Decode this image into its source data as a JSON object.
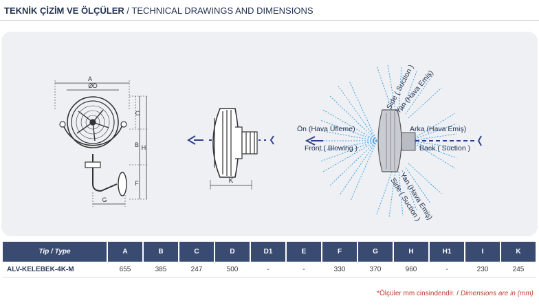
{
  "header": {
    "title_tr": "TEKNİK ÇİZİM VE ÖLÇÜLER",
    "separator": " / ",
    "title_en": "TECHNICAL DRAWINGS AND DIMENSIONS"
  },
  "drawing": {
    "dim_labels": {
      "A": "A",
      "D": "ØD",
      "C": "C",
      "B": "B",
      "H": "H",
      "F": "F",
      "G": "G",
      "K": "K"
    },
    "airflow": {
      "front_tr": "Ön (Hava Üfleme)",
      "front_en": "Front ( Blowing )",
      "back_tr": "Arka (Hava Emiş)",
      "back_en": "Back ( Suction )",
      "side_top_en": "Side ( Suction )",
      "side_top_tr": "Yan (Hava Emiş)",
      "side_bottom_tr": "Yan (Hava Emiş)",
      "side_bottom_en": "Side ( Suction )"
    }
  },
  "table": {
    "headers": [
      "Tip / Type",
      "A",
      "B",
      "C",
      "D",
      "D1",
      "E",
      "F",
      "G",
      "H",
      "H1",
      "I",
      "K"
    ],
    "rows": [
      [
        "ALV-KELEBEK-4K-M",
        "655",
        "385",
        "247",
        "500",
        "-",
        "-",
        "330",
        "370",
        "960",
        "-",
        "230",
        "245"
      ]
    ]
  },
  "footnote": {
    "tr": "*Ölçüler mm cinsindendir.",
    "sep": " / ",
    "en": "Dimensions are in (mm)"
  },
  "colors": {
    "header_bg": "#3a4b72",
    "arrow_blue": "#2f3f8f",
    "airflow_blue": "#3aa0e8",
    "panel_bg": "#eef0f3",
    "footnote_red": "#c0392b"
  }
}
